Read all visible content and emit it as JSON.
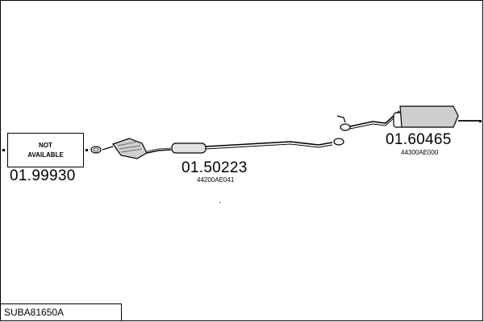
{
  "diagram": {
    "reference": "SUBA81650A",
    "parts": [
      {
        "part_number": "01.99930",
        "label_lines": [
          "NOT",
          "AVAILABLE"
        ]
      },
      {
        "part_number": "01.50223",
        "oem_number": "44200AE041"
      },
      {
        "part_number": "01.60465",
        "oem_number": "44300AE000"
      }
    ]
  }
}
